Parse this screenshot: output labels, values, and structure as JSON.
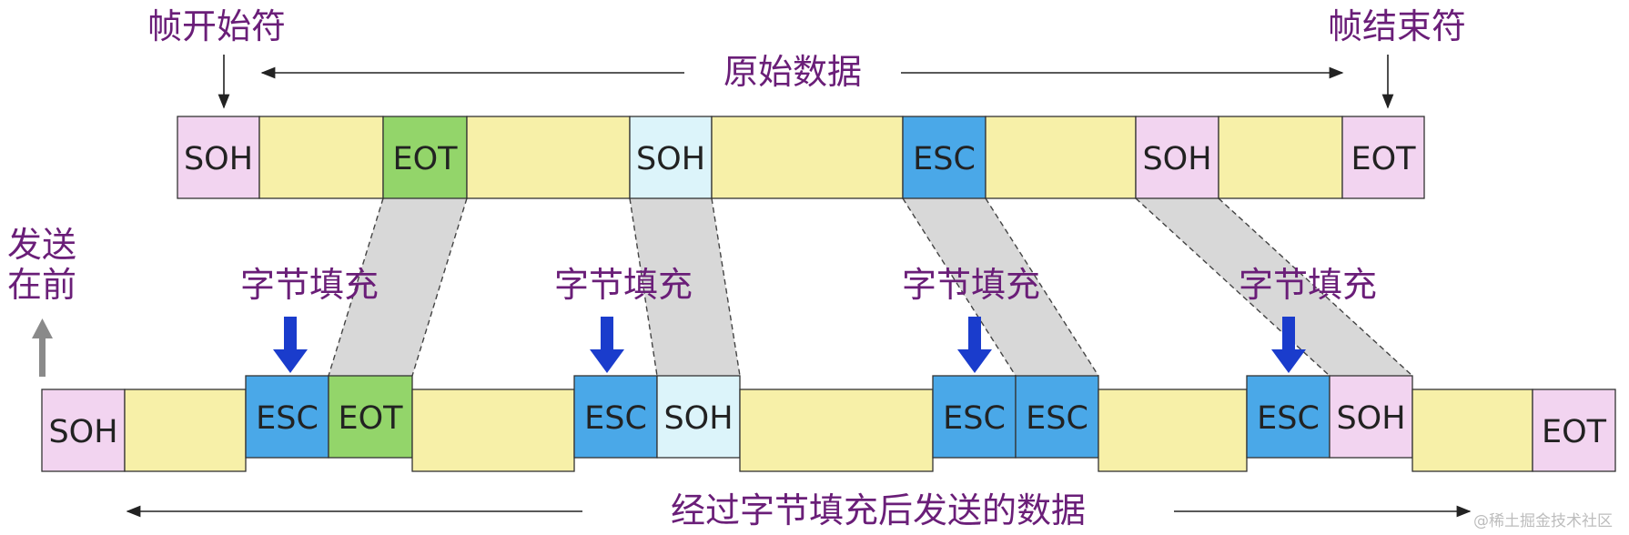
{
  "labels": {
    "frame_start": "帧开始符",
    "frame_end": "帧结束符",
    "original_data": "原始数据",
    "send_first_line1": "发送",
    "send_first_line2": "在前",
    "stuffed_data": "经过字节填充后发送的数据",
    "watermark": "@稀土掘金技术社区"
  },
  "stuffing_labels": [
    "字节填充",
    "字节填充",
    "字节填充",
    "字节填充"
  ],
  "top_row": [
    {
      "text": "SOH",
      "color": "#f2d4f0"
    },
    {
      "text": "",
      "color": "#f7f0a8"
    },
    {
      "text": "EOT",
      "color": "#93d56a"
    },
    {
      "text": "",
      "color": "#f7f0a8"
    },
    {
      "text": "SOH",
      "color": "#dcf4fa"
    },
    {
      "text": "",
      "color": "#f7f0a8"
    },
    {
      "text": "ESC",
      "color": "#4aa8e8"
    },
    {
      "text": "",
      "color": "#f7f0a8"
    },
    {
      "text": "SOH",
      "color": "#f2d4f0"
    },
    {
      "text": "",
      "color": "#f7f0a8"
    },
    {
      "text": "EOT",
      "color": "#f2d4f0"
    }
  ],
  "bottom_row": [
    {
      "text": "SOH",
      "color": "#f2d4f0"
    },
    {
      "text": "",
      "color": "#f7f0a8"
    },
    {
      "text": "ESC",
      "color": "#4aa8e8"
    },
    {
      "text": "EOT",
      "color": "#93d56a"
    },
    {
      "text": "",
      "color": "#f7f0a8"
    },
    {
      "text": "ESC",
      "color": "#4aa8e8"
    },
    {
      "text": "SOH",
      "color": "#dcf4fa"
    },
    {
      "text": "",
      "color": "#f7f0a8"
    },
    {
      "text": "ESC",
      "color": "#4aa8e8"
    },
    {
      "text": "ESC",
      "color": "#4aa8e8"
    },
    {
      "text": "",
      "color": "#f7f0a8"
    },
    {
      "text": "ESC",
      "color": "#4aa8e8"
    },
    {
      "text": "SOH",
      "color": "#f2d4f0"
    },
    {
      "text": "",
      "color": "#f7f0a8"
    },
    {
      "text": "EOT",
      "color": "#f2d4f0"
    }
  ],
  "colors": {
    "label_text": "#6a1e78",
    "arrow_blue": "#1a3ccc",
    "connector_fill": "#d8d8d8",
    "outline": "#333333",
    "send_arrow": "#8a8a8a"
  }
}
